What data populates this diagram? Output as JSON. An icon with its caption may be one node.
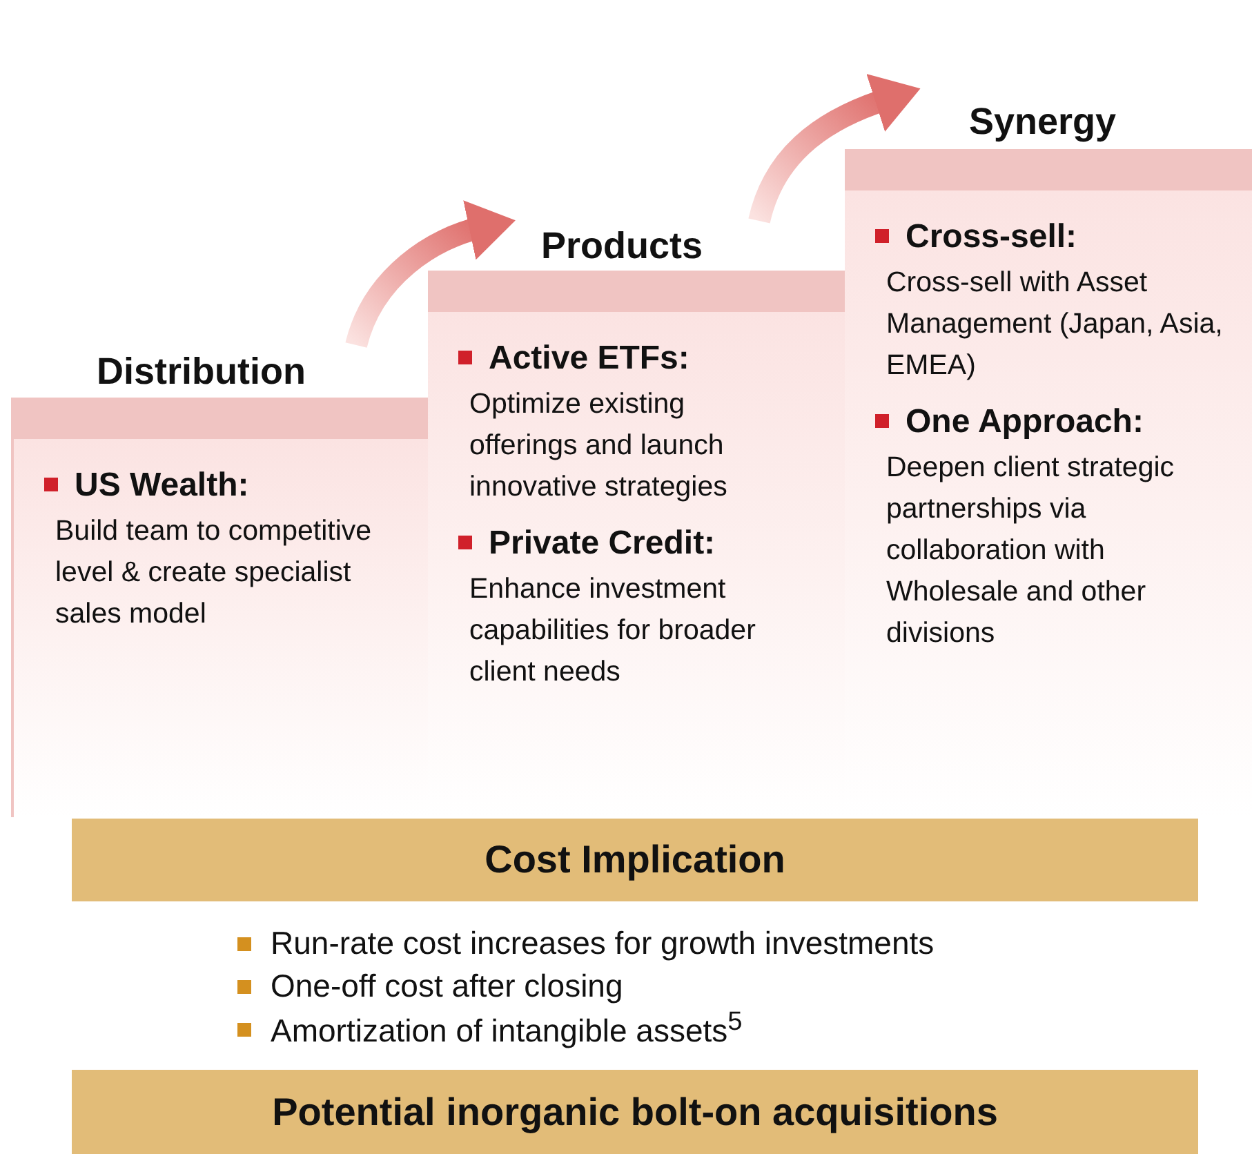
{
  "diagram": {
    "nodes": [
      {
        "text": [
          "Distribution",
          "US Wealth:",
          "Build team to competitive level & create specialist sales model"
        ]
      },
      {
        "text": [
          "Products",
          "Active ETFs:",
          "Optimize existing offerings and launch innovative strategies",
          "Private Credit:",
          "Enhance investment capabilities for broader client needs"
        ]
      },
      {
        "text": [
          "Synergy",
          "Cross-sell:",
          "Cross-sell with Asset Management (Japan, Asia, EMEA)",
          "One Approach:",
          "Deepen client strategic partnerships via collaboration with Wholesale and other divisions"
        ]
      },
      {
        "text": [
          "Cost Implication"
        ]
      },
      {
        "text": [
          "Potential inorganic bolt-on acquisitions"
        ]
      }
    ],
    "edges": [
      {
        "from": 0,
        "to": 1,
        "arrow": "to",
        "style": "thick"
      },
      {
        "from": 1,
        "to": 2,
        "arrow": "to",
        "style": "thick"
      }
    ],
    "labels": [
      "Run-rate cost increases for growth investments",
      "One-off cost after closing",
      "Amortization of intangible assets$^{5}$"
    ]
  }
}
